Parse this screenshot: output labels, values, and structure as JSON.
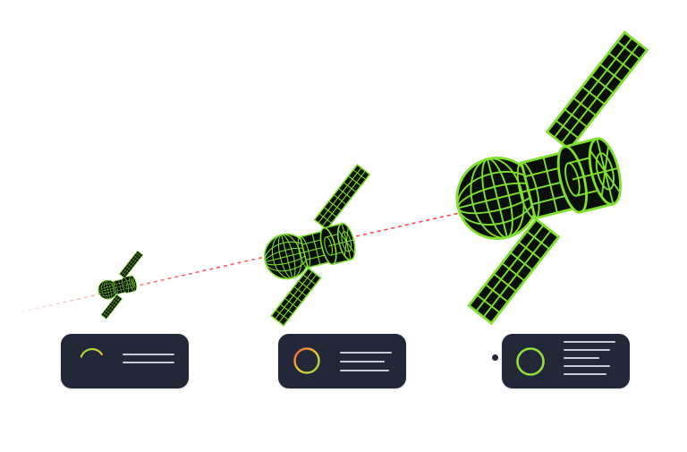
{
  "colors": {
    "background": "#ffffff",
    "wireframe_fill": "#0a0f07",
    "wireframe_stroke": "#7fe12e",
    "trajectory": "#ff3b3b",
    "card_bg": "#232838",
    "card_text_lines": "#c9ccd6",
    "ring_start": "#ff5a3c",
    "ring_mid": "#f2c230",
    "ring_end": "#8fe13a"
  },
  "stages": [
    {
      "id": "stage-1",
      "progress": 0.35,
      "satellite_icon": "satellite-small-icon"
    },
    {
      "id": "stage-2",
      "progress": 1.0,
      "satellite_icon": "satellite-medium-icon"
    },
    {
      "id": "stage-3",
      "progress": 1.0,
      "satellite_icon": "satellite-large-icon"
    }
  ]
}
